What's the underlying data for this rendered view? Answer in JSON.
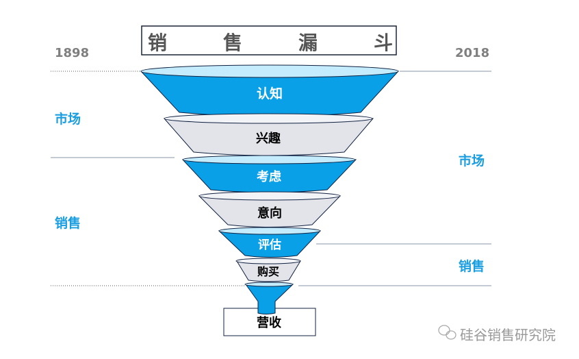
{
  "title": "销 售 漏 斗",
  "title_chars": [
    "销",
    "售",
    "漏",
    "斗"
  ],
  "year_left": "1898",
  "year_right": "2018",
  "left_labels": [
    "市场",
    "销售"
  ],
  "right_labels": [
    "市场",
    "销售"
  ],
  "stages": [
    "认知",
    "兴趣",
    "考虑",
    "意向",
    "评估",
    "购买"
  ],
  "output": "营收",
  "watermark": "硅谷销售研究院",
  "colors": {
    "blue": "#0aa0e8",
    "blue_light": "#c4ecfc",
    "grey": "#e2e4ea",
    "grey_light": "#f2f3f6",
    "label_blue": "#1a9ee0",
    "year_grey": "#7f7f7f",
    "title_grey": "#555555"
  }
}
